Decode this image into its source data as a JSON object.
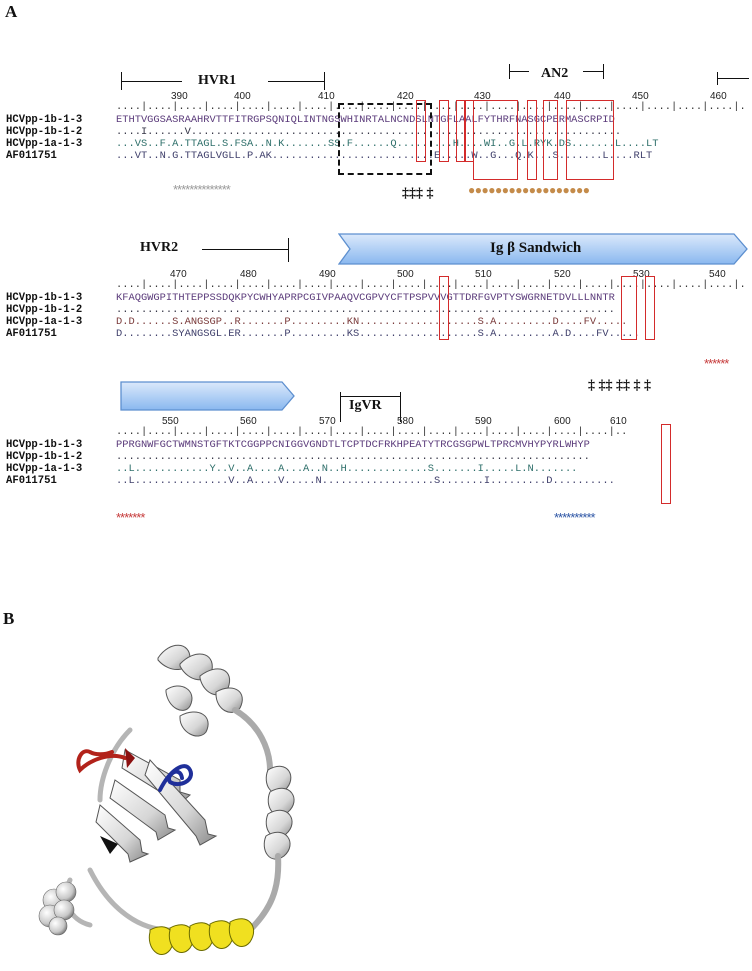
{
  "panel_a_label": "A",
  "panel_b_label": "B",
  "seq_names": [
    "HCVpp-1b-1-3",
    "HCVpp-1b-1-2",
    "HCVpp-1a-1-3",
    "AF011751"
  ],
  "block1": {
    "hvr1": "HVR1",
    "an2": "AN2",
    "positions": [
      "390",
      "400",
      "410",
      "420",
      "430",
      "440",
      "450",
      "460"
    ],
    "ruler": "....|....|....|....|....|....|....|....|....|....|....|....|....|....|....|....|....|....|....|....|....|....|....|....|..",
    "rows": [
      "ETHTVGGSASRAAHRVTTFITRGPSQNIQLINTNGSWHINRTALNCNDSLNTGFLAALFYTHRFNASGCPERMASCRPID",
      "....I......V.....................................................................",
      "...VS..F.A.TTAGL.S.FSA..N.K.......SS.F......Q.........H....WI..G.L.RYK.DS.......L....LT",
      "...VT..N.G.TTAGLVGLL.P.AK..........................E.....W..G...Q.K...S.......L....RLT"
    ],
    "stars_gray": "**************",
    "stars_orange": "●●●●●●●●●●●●●●●●●●",
    "daggers": "‡‡‡  ‡"
  },
  "block2": {
    "hvr2": "HVR2",
    "ig": "Ig β Sandwich",
    "positions": [
      "470",
      "480",
      "490",
      "500",
      "510",
      "520",
      "530",
      "540"
    ],
    "ruler": "....|....|....|....|....|....|....|....|....|....|....|....|....|....|....|....|....|....|....|....|....|....|....|....|..",
    "rows": [
      "KFAQGWGPITHTEPPSSDQKPYCWHYAPRPCGIVPAAQVCGPVYCFTPSPVVVGTTDRFGVPTYSWGRNETDVLLLNNTR",
      "................................................................................",
      "D.D......S.ANGSGP..R.......P.........KN...................S.A.........D....FV.....",
      "D........SYANGSGL.ER.......P.........KS...................S.A.........A.D....FV....."
    ],
    "stars_red": "******"
  },
  "block3": {
    "igvr": "IgVR",
    "positions": [
      "550",
      "560",
      "570",
      "580",
      "590",
      "600",
      "610"
    ],
    "ruler": "....|....|....|....|....|....|....|....|....|....|....|....|....|....|....|....|..",
    "rows": [
      "PPRGNWFGCTWMNSTGFTKTCGGPPCNIGGVGNDTLTCPTDCFRKHPEATYTRCGSGPWLTPRCMVHYPYRLWHYP",
      "............................................................................",
      "..L............Y..V..A....A...A..N..H.............S.......I.....L.N.......",
      "..L...............V..A....V.....N..................S.......I.........D.........."
    ],
    "stars_red": "*******",
    "stars_blue": "**********",
    "daggers": "‡   ‡‡  ‡‡     ‡   ‡"
  }
}
